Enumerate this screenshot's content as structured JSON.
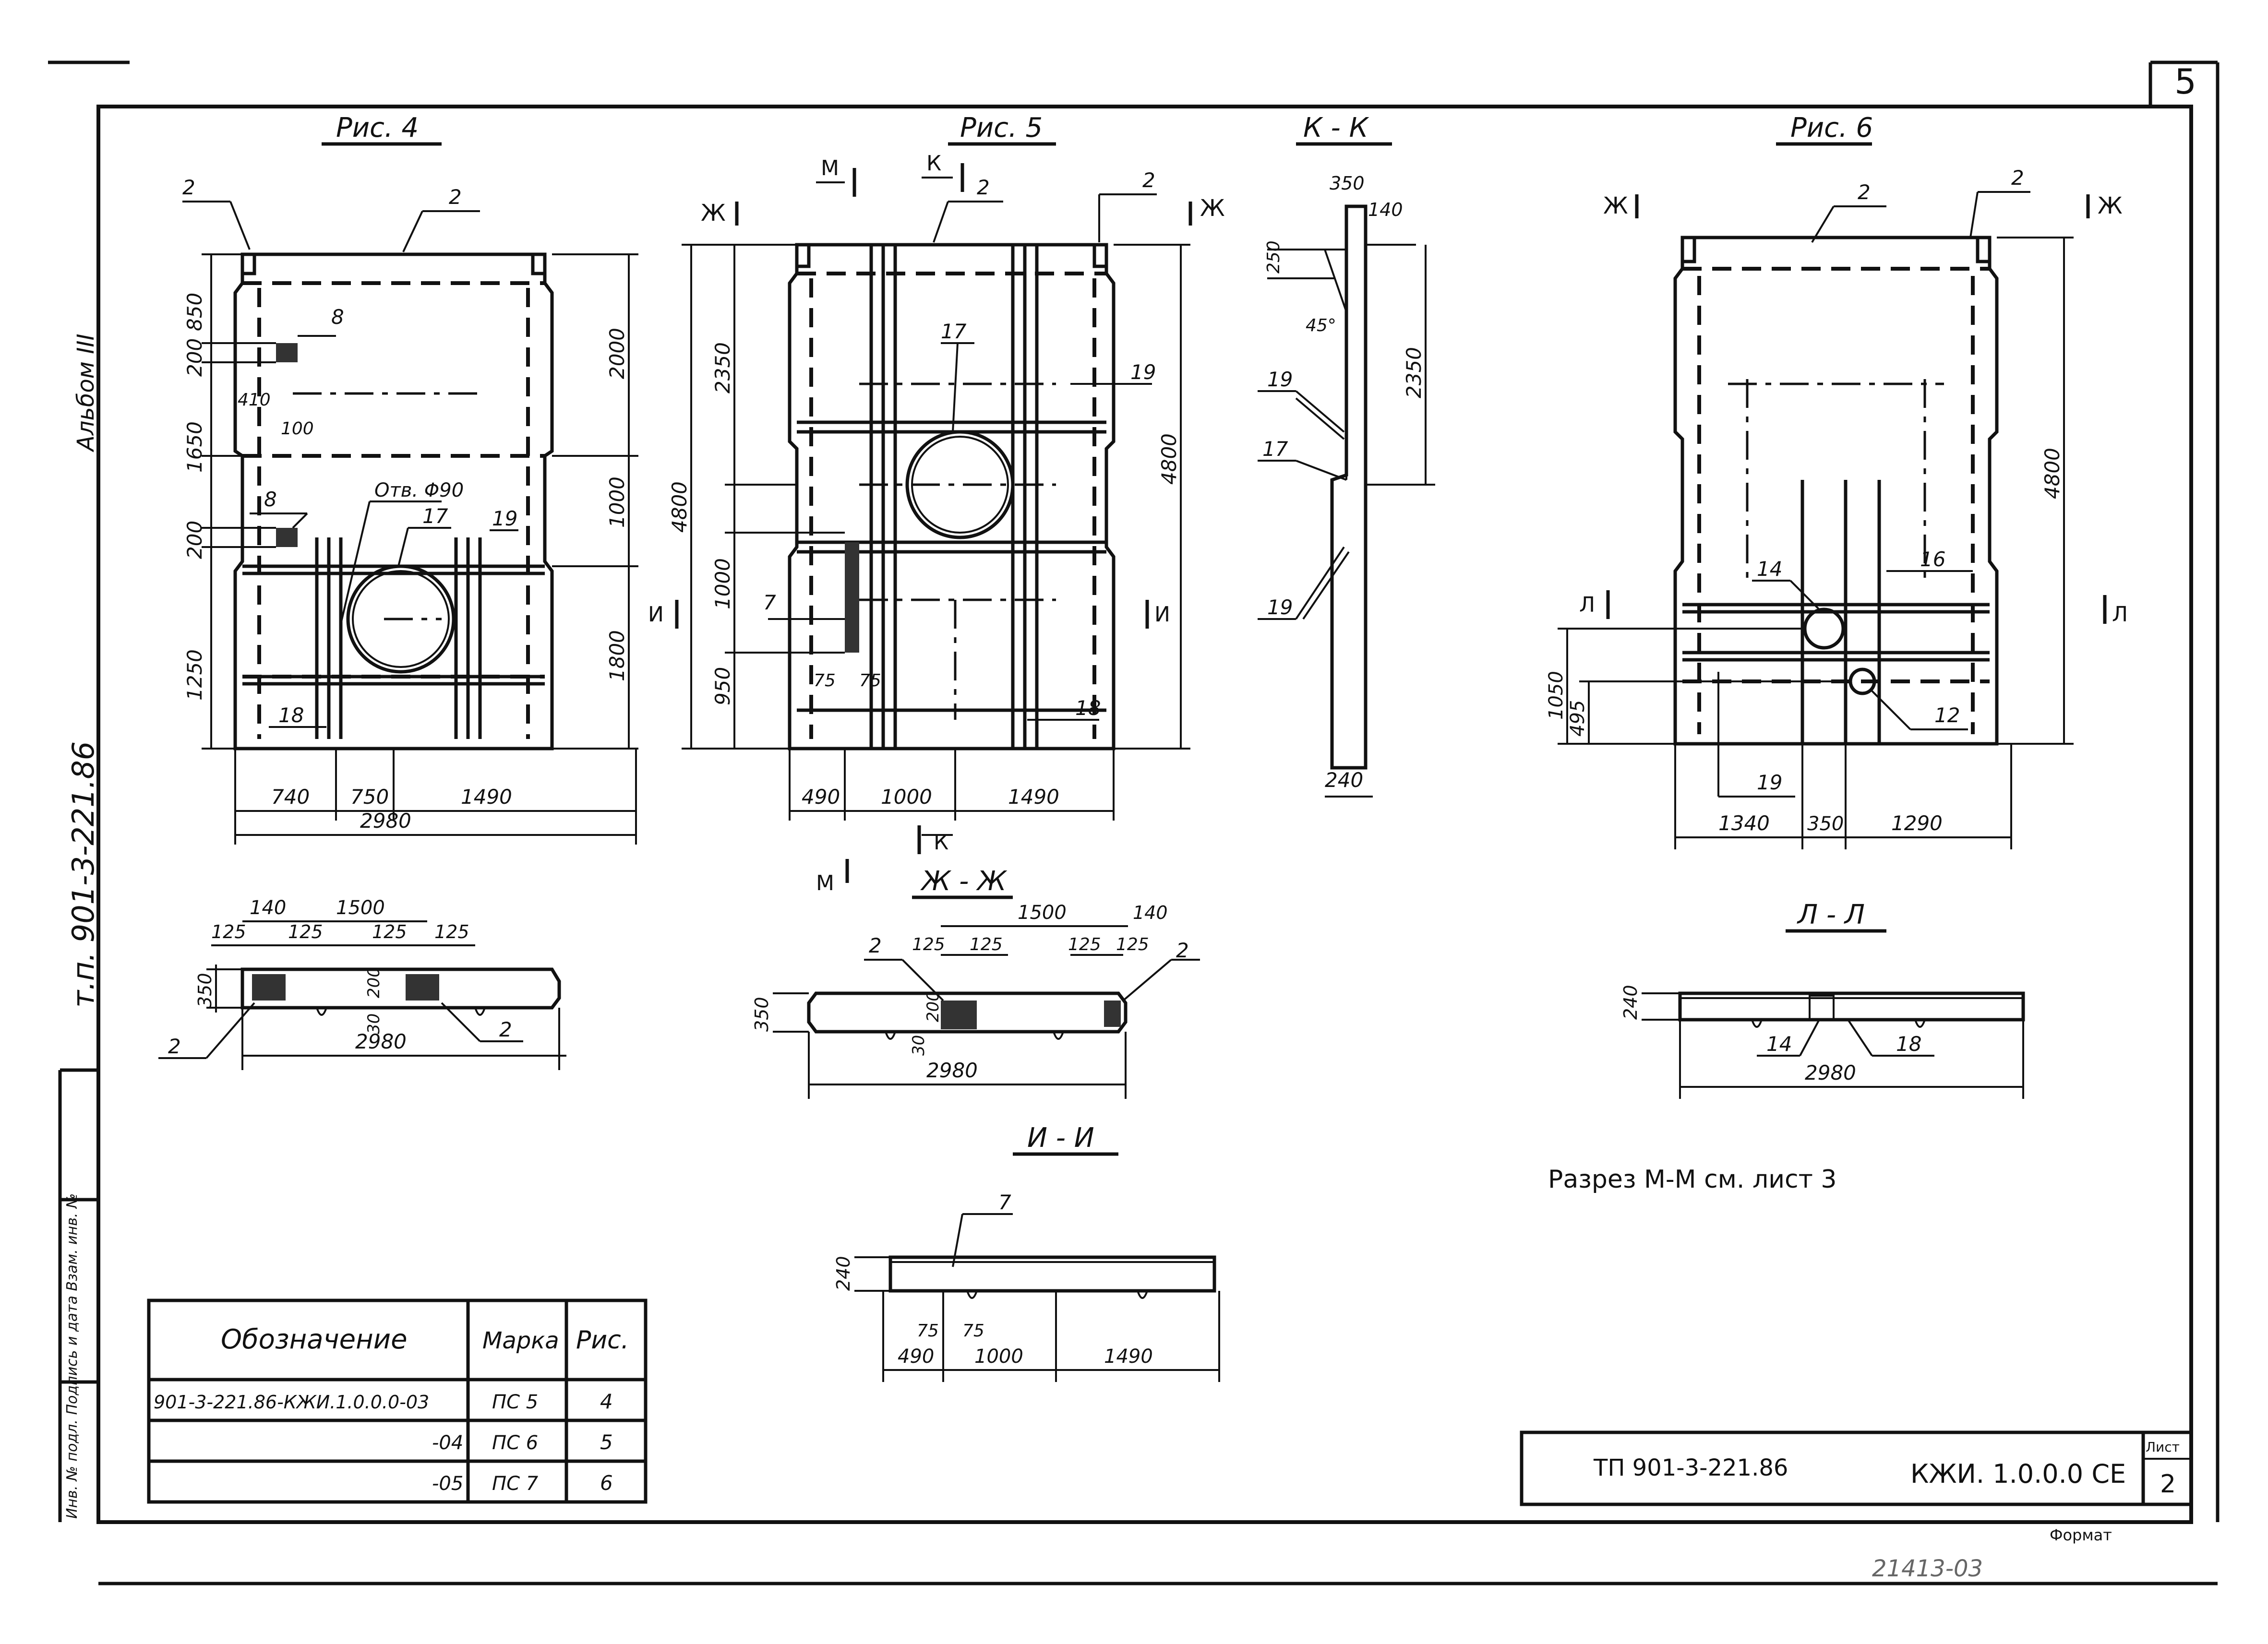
{
  "sheet": {
    "number": "5",
    "album": "Альбом III",
    "project": "т.п. 901-3-221.86",
    "side_block": "Инв. № подл. Подпись и дата Взам. инв. №",
    "format": "Формат",
    "stamp": "21413-03"
  },
  "figures": {
    "fig4": {
      "title": "Рис. 4",
      "left_dims": [
        "850",
        "200",
        "1650",
        "200",
        "1250"
      ],
      "right_dims": [
        "2000",
        "1000",
        "1800"
      ],
      "bottom_dims": [
        "740",
        "750",
        "1490"
      ],
      "overall": "2980",
      "small_dims": [
        "410",
        "100"
      ],
      "hole": "Отв. Φ90",
      "callouts": [
        "2",
        "2",
        "8",
        "8",
        "17",
        "19",
        "18"
      ]
    },
    "fig5": {
      "title": "Рис. 5",
      "left_dims": [
        "2350",
        "1000",
        "950"
      ],
      "height": "4800",
      "bottom_dims": [
        "490",
        "1000",
        "1490"
      ],
      "small_dims": [
        "75",
        "75"
      ],
      "callouts": [
        "2",
        "2",
        "17",
        "19",
        "7",
        "18"
      ],
      "cuts": [
        "М",
        "К",
        "Ж",
        "Ж",
        "И",
        "И",
        "К",
        "М"
      ]
    },
    "sec_kk": {
      "title": "К - К",
      "dims": [
        "350",
        "140",
        "250",
        "45°",
        "2350",
        "240"
      ],
      "callouts": [
        "19",
        "17",
        "19"
      ]
    },
    "fig6": {
      "title": "Рис. 6",
      "left_dims": [
        "1050",
        "495"
      ],
      "height": "4800",
      "bottom_dims": [
        "1340",
        "350",
        "1290"
      ],
      "callouts": [
        "2",
        "2",
        "14",
        "16",
        "12",
        "19"
      ],
      "cuts": [
        "Ж",
        "Ж",
        "Л",
        "Л"
      ]
    },
    "plan4": {
      "dims": [
        "140",
        "1500",
        "125",
        "125",
        "125",
        "125",
        "350",
        "200",
        "30"
      ],
      "overall": "2980",
      "callouts": [
        "2",
        "2"
      ]
    },
    "sec_zz": {
      "title": "Ж - Ж",
      "dims": [
        "1500",
        "140",
        "125",
        "125",
        "125",
        "125",
        "350",
        "200",
        "30"
      ],
      "overall": "2980",
      "callouts": [
        "2",
        "2"
      ]
    },
    "sec_ll": {
      "title": "Л - Л",
      "dims": [
        "240"
      ],
      "overall": "2980",
      "callouts": [
        "14",
        "18"
      ]
    },
    "sec_ii": {
      "title": "И - И",
      "dims": [
        "240",
        "75",
        "75",
        "490",
        "1000",
        "1490"
      ],
      "callouts": [
        "7"
      ]
    },
    "note": "Разрез М-М см. лист 3"
  },
  "spec_table": {
    "headers": [
      "Обозначение",
      "Марка",
      "Рис."
    ],
    "rows": [
      {
        "designation": "901-3-221.86-КЖИ.1.0.0.0-03",
        "mark": "ПС 5",
        "fig": "4"
      },
      {
        "designation": "-04",
        "mark": "ПС 6",
        "fig": "5"
      },
      {
        "designation": "-05",
        "mark": "ПС 7",
        "fig": "6"
      }
    ]
  },
  "title_block": {
    "project": "ТП 901-3-221.86",
    "code": "КЖИ. 1.0.0.0 СЕ",
    "sheet_label": "Лист",
    "sheet_no": "2"
  }
}
